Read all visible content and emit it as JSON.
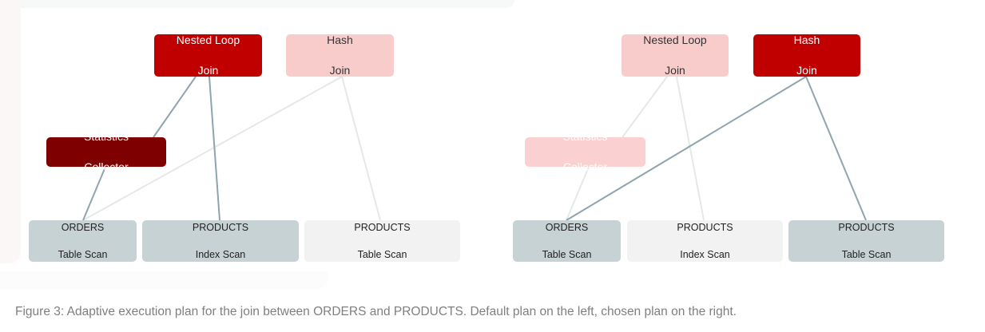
{
  "colors": {
    "operator_active": "#c00000",
    "operator_inactive": "#f9cccc",
    "statistics_collector": "#7f0000",
    "statistics_collector_inactive": "#fbd0d0",
    "scan_active": "#c7d2d5",
    "scan_inactive": "#f2f2f2",
    "connector_active": "#8fa5ae",
    "connector_inactive": "#e6e8e8",
    "caption_text": "#7f7f7f"
  },
  "left_plan": {
    "nested_loop_join": {
      "line1": "Nested Loop",
      "line2": "Join"
    },
    "hash_join": {
      "line1": "Hash",
      "line2": "Join"
    },
    "statistics_collector": {
      "line1": "Statistics",
      "line2": "Collector"
    },
    "orders_table_scan": {
      "line1": "ORDERS",
      "line2": "Table Scan"
    },
    "products_index_scan": {
      "line1": "PRODUCTS",
      "line2": "Index Scan"
    },
    "products_table_scan": {
      "line1": "PRODUCTS",
      "line2": "Table Scan"
    }
  },
  "right_plan": {
    "nested_loop_join": {
      "line1": "Nested Loop",
      "line2": "Join"
    },
    "hash_join": {
      "line1": "Hash",
      "line2": "Join"
    },
    "statistics_collector": {
      "line1": "Statistics",
      "line2": "Collector"
    },
    "orders_table_scan": {
      "line1": "ORDERS",
      "line2": "Table Scan"
    },
    "products_index_scan": {
      "line1": "PRODUCTS",
      "line2": "Index Scan"
    },
    "products_table_scan": {
      "line1": "PRODUCTS",
      "line2": "Table Scan"
    }
  },
  "caption": "Figure 3: Adaptive execution plan for the join between ORDERS and PRODUCTS. Default plan on the left, chosen plan on the right."
}
